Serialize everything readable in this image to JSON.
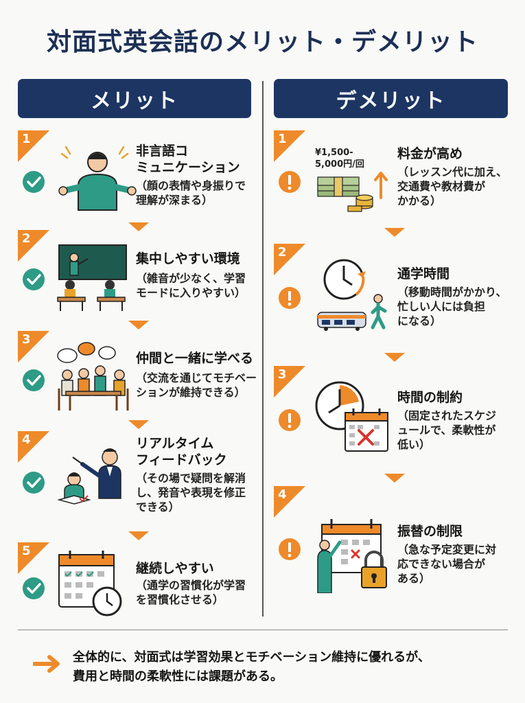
{
  "title": "対面式英会話のメリット・デメリット",
  "merit": {
    "header": "メリット",
    "items": [
      {
        "num": "1",
        "title": "非言語コ\nミュニケーション",
        "desc": "（顔の表情や身振りで\n理解が深まる）"
      },
      {
        "num": "2",
        "title": "集中しやすい環境",
        "desc": "（雑音が少なく、学習\nモードに入りやすい）"
      },
      {
        "num": "3",
        "title": "仲間と一緒に学べる",
        "desc": "（交流を通じてモチベー\nションが維持できる）"
      },
      {
        "num": "4",
        "title": "リアルタイム\nフィードバック",
        "desc": "（その場で疑問を解消\nし、発音や表現を修正\nできる）"
      },
      {
        "num": "5",
        "title": "継続しやすい",
        "desc": "（通学の習慣化が学習\nを習慣化させる）"
      }
    ]
  },
  "demerit": {
    "header": "デメリット",
    "items": [
      {
        "num": "1",
        "title": "料金が高め",
        "desc": "（レッスン代に加え、\n交通費や教材費が\nかかる）",
        "price": "¥1,500-\n5,000円/回"
      },
      {
        "num": "2",
        "title": "通学時間",
        "desc": "（移動時間がかかり、\n忙しい人には負担\nになる）"
      },
      {
        "num": "3",
        "title": "時間の制約",
        "desc": "（固定されたスケジ\nュールで、柔軟性が\n低い）"
      },
      {
        "num": "4",
        "title": "振替の制限",
        "desc": "（急な予定変更に対\n応できない場合が\nある）"
      }
    ]
  },
  "summary": "全体的に、対面式は学習効果とモチベーション維持に優れるが、\n費用と時間の柔軟性には課題がある。",
  "colors": {
    "navy": "#1c3563",
    "orange": "#ee8a2a",
    "green": "#2e9b86",
    "title": "#1c2f55"
  }
}
